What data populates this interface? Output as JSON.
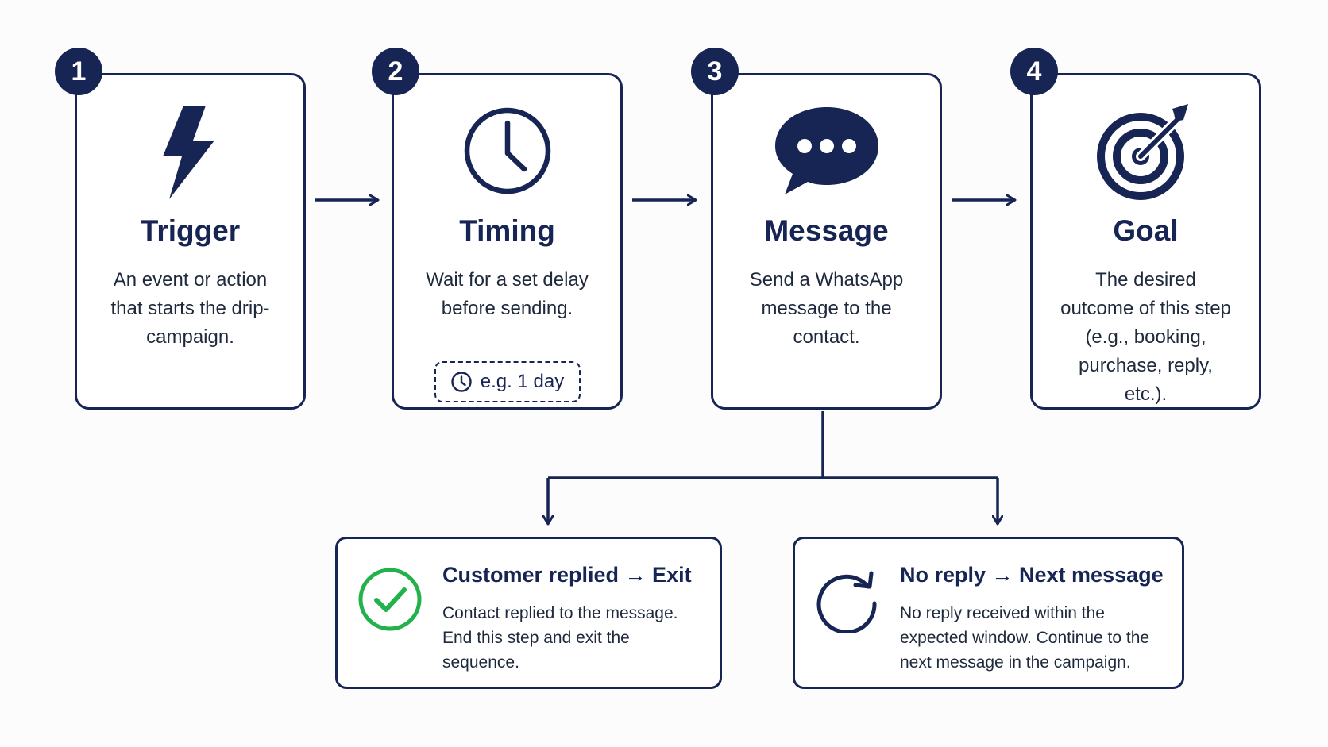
{
  "steps": [
    {
      "number": "1",
      "title": "Trigger",
      "icon": "lightning-bolt-icon",
      "description": "An event or action that starts the drip-campaign."
    },
    {
      "number": "2",
      "title": "Timing",
      "icon": "clock-icon",
      "description": "Wait for a set delay before sending.",
      "chip": {
        "icon": "clock-icon",
        "label": "e.g. 1 day"
      }
    },
    {
      "number": "3",
      "title": "Message",
      "icon": "chat-bubble-icon",
      "description": "Send a WhatsApp message to the contact."
    },
    {
      "number": "4",
      "title": "Goal",
      "icon": "target-icon",
      "description": "The desired outcome of this step (e.g., booking, purchase, reply, etc.)."
    }
  ],
  "outcomes": [
    {
      "title": "Customer replied → Exit",
      "icon": "check-circle-icon",
      "description": "Contact replied to the message. End this step and exit the sequence."
    },
    {
      "title": "No reply → Next message",
      "icon": "refresh-icon",
      "description": "No reply received within the expected window. Continue to the next message in the campaign."
    }
  ],
  "colors": {
    "primary": "#172554",
    "success": "#22b14c",
    "background": "#fcfcfd"
  }
}
